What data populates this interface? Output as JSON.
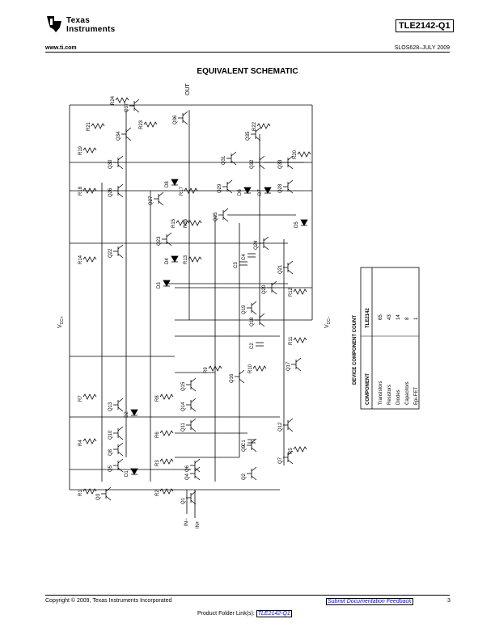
{
  "header": {
    "logo_line1": "Texas",
    "logo_line2": "Instruments",
    "part_number": "TLE2142-Q1",
    "website": "www.ti.com",
    "doc_number": "SLOS628–JULY 2009"
  },
  "title": "EQUIVALENT SCHEMATIC",
  "schematic": {
    "vcc_plus": "V",
    "vcc_plus_sub": "CC+",
    "vcc_minus": "V",
    "vcc_minus_sub": "CC−",
    "out": "OUT",
    "in_minus": "IN−",
    "in_plus": "IN+",
    "transistors": [
      "Q1",
      "Q2",
      "Q3",
      "Q4",
      "Q5",
      "Q6",
      "Q7",
      "Q8",
      "Q9",
      "Q10",
      "Q11",
      "Q12",
      "Q13",
      "Q14",
      "Q15",
      "Q16",
      "Q17",
      "Q18",
      "Q19",
      "Q20",
      "Q21",
      "Q22",
      "Q23",
      "Q24",
      "Q25",
      "Q26",
      "Q27",
      "Q28",
      "Q29",
      "Q30",
      "Q31",
      "Q32",
      "Q33",
      "Q34",
      "Q35",
      "Q36",
      "Q37"
    ],
    "resistors": [
      "R1",
      "R2",
      "R3",
      "R4",
      "R5",
      "R6",
      "R7",
      "R8",
      "R9",
      "R10",
      "R11",
      "R12",
      "R13",
      "R14",
      "R15",
      "R16",
      "R17",
      "R18",
      "R19",
      "R20",
      "R21",
      "R22",
      "R23",
      "R24"
    ],
    "diodes": [
      "D1",
      "D2",
      "D3",
      "D4",
      "D5",
      "D6",
      "D7",
      "D8"
    ],
    "capacitors": [
      "C1",
      "C2",
      "C3",
      "C4"
    ]
  },
  "component_table": {
    "title": "DEVICE COMPONENT COUNT",
    "col_component": "COMPONENT",
    "col_device": "TLE2142",
    "rows": [
      {
        "name": "Transistors",
        "count": "65"
      },
      {
        "name": "Resistors",
        "count": "43"
      },
      {
        "name": "Diodes",
        "count": "14"
      },
      {
        "name": "Capacitors",
        "count": "8"
      },
      {
        "name": "Epi-FET",
        "count": "1"
      }
    ]
  },
  "footer": {
    "copyright": "Copyright © 2009, Texas Instruments Incorporated",
    "feedback": "Submit Documentation Feedback",
    "page": "3",
    "folder_prefix": "Product Folder Link(s): ",
    "folder_link": "TLE2142-Q1"
  }
}
